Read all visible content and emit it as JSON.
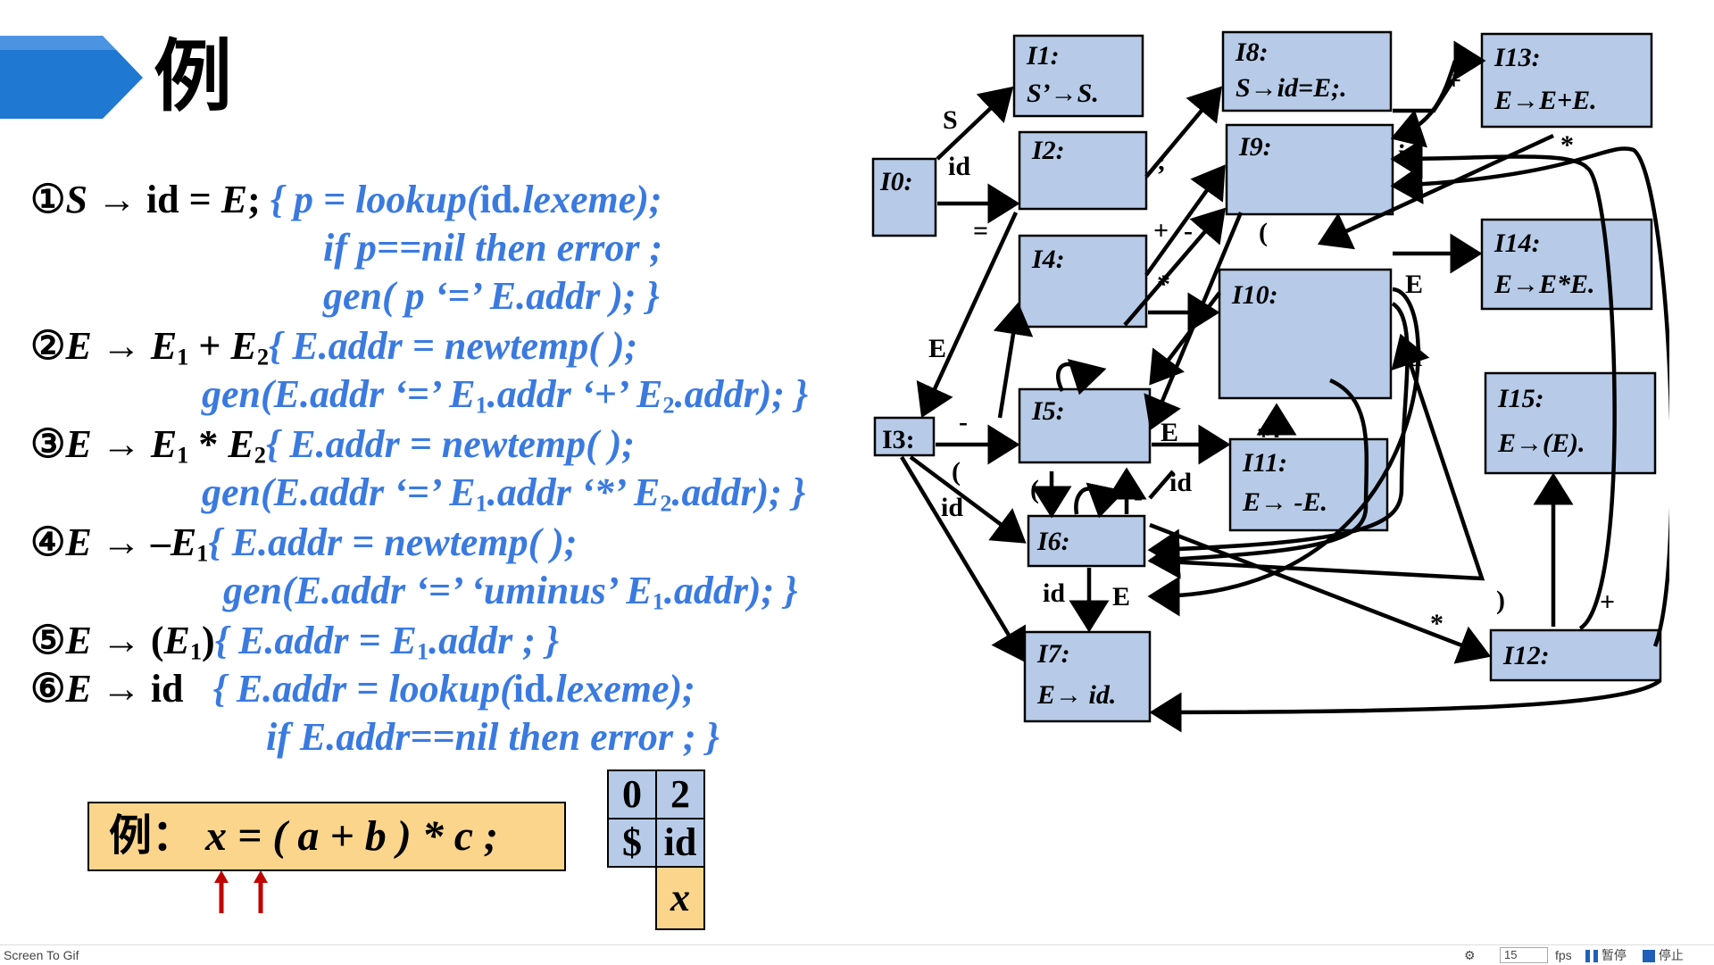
{
  "slide": {
    "title": "例",
    "accent_color": "#1f78d1",
    "rules": [
      {
        "num": "①",
        "prod": "S → id = E;",
        "action": [
          "{ p = lookup(id.lexeme);",
          "if p==nil then error ;",
          "gen( p ‘=’ E.addr ); }"
        ]
      },
      {
        "num": "②",
        "prod": "E → E1 + E2",
        "action": [
          "{ E.addr = newtemp( );",
          "gen(E.addr ‘=’ E1.addr ‘+’ E2.addr); }"
        ]
      },
      {
        "num": "③",
        "prod": "E → E1 * E2",
        "action": [
          "{ E.addr = newtemp( );",
          "gen(E.addr ‘=’ E1.addr ‘*’ E2.addr); }"
        ]
      },
      {
        "num": "④",
        "prod": "E → –E1",
        "action": [
          "{ E.addr = newtemp( );",
          "gen(E.addr ‘=’ ‘uminus’ E1.addr); }"
        ]
      },
      {
        "num": "⑤",
        "prod": "E → (E1)",
        "action": [
          "{ E.addr = E1.addr ; }"
        ]
      },
      {
        "num": "⑥",
        "prod": "E → id",
        "action": [
          "{ E.addr = lookup(id.lexeme);",
          "if E.addr==nil then error ; }"
        ]
      }
    ],
    "example": {
      "label": "例：",
      "expr": "x = ( a + b ) * c ;"
    },
    "stack": {
      "states": [
        "0",
        "2"
      ],
      "symbols": [
        "$",
        "id"
      ],
      "attrs": [
        "",
        "x"
      ]
    },
    "states": {
      "I0": {
        "name": "I0:"
      },
      "I1": {
        "name": "I1:",
        "item": "S’→S."
      },
      "I2": {
        "name": "I2:"
      },
      "I3": {
        "name": "I3:"
      },
      "I4": {
        "name": "I4:"
      },
      "I5": {
        "name": "I5:"
      },
      "I6": {
        "name": "I6:"
      },
      "I7": {
        "name": "I7:",
        "item": "E→ id."
      },
      "I8": {
        "name": "I8:",
        "item": "S→id=E;."
      },
      "I9": {
        "name": "I9:"
      },
      "I10": {
        "name": "I10:"
      },
      "I11": {
        "name": "I11:",
        "item": "E→ -E."
      },
      "I12": {
        "name": "I12:"
      },
      "I13": {
        "name": "I13:",
        "item": "E→E+E."
      },
      "I14": {
        "name": "I14:",
        "item": "E→E*E."
      },
      "I15": {
        "name": "I15:",
        "item": "E→(E)."
      }
    },
    "edge_labels": [
      "S",
      "id",
      "=",
      "E",
      "-",
      "(",
      "id",
      ";",
      "+",
      "*",
      "-",
      "E",
      "id",
      "(",
      "-",
      "*",
      "(",
      "-",
      "id",
      "E",
      "*",
      ")",
      "+",
      "E",
      "id",
      "id",
      "+",
      "*"
    ]
  },
  "toolbar": {
    "app_name": "Screen To Gif",
    "fps_value": "15",
    "fps_label": "fps",
    "pause_label": "暂停",
    "stop_label": "停止"
  }
}
